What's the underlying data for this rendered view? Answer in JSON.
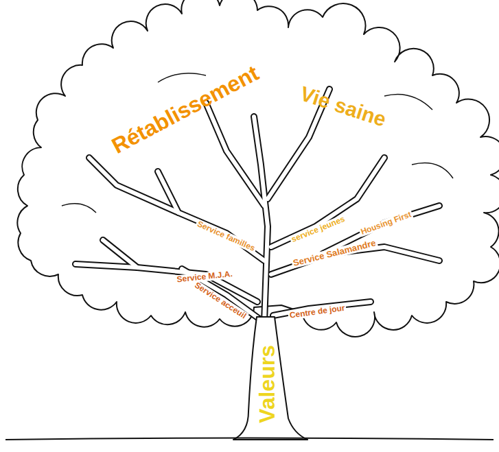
{
  "diagram": {
    "labels": [
      "Rétablissement",
      "Vie saine",
      "Service familles",
      "service jeunes",
      "Housing First",
      "Service Salamandre",
      "Service M.J.A.",
      "Service acceuil",
      "Centre de jour",
      "Valeurs"
    ]
  }
}
